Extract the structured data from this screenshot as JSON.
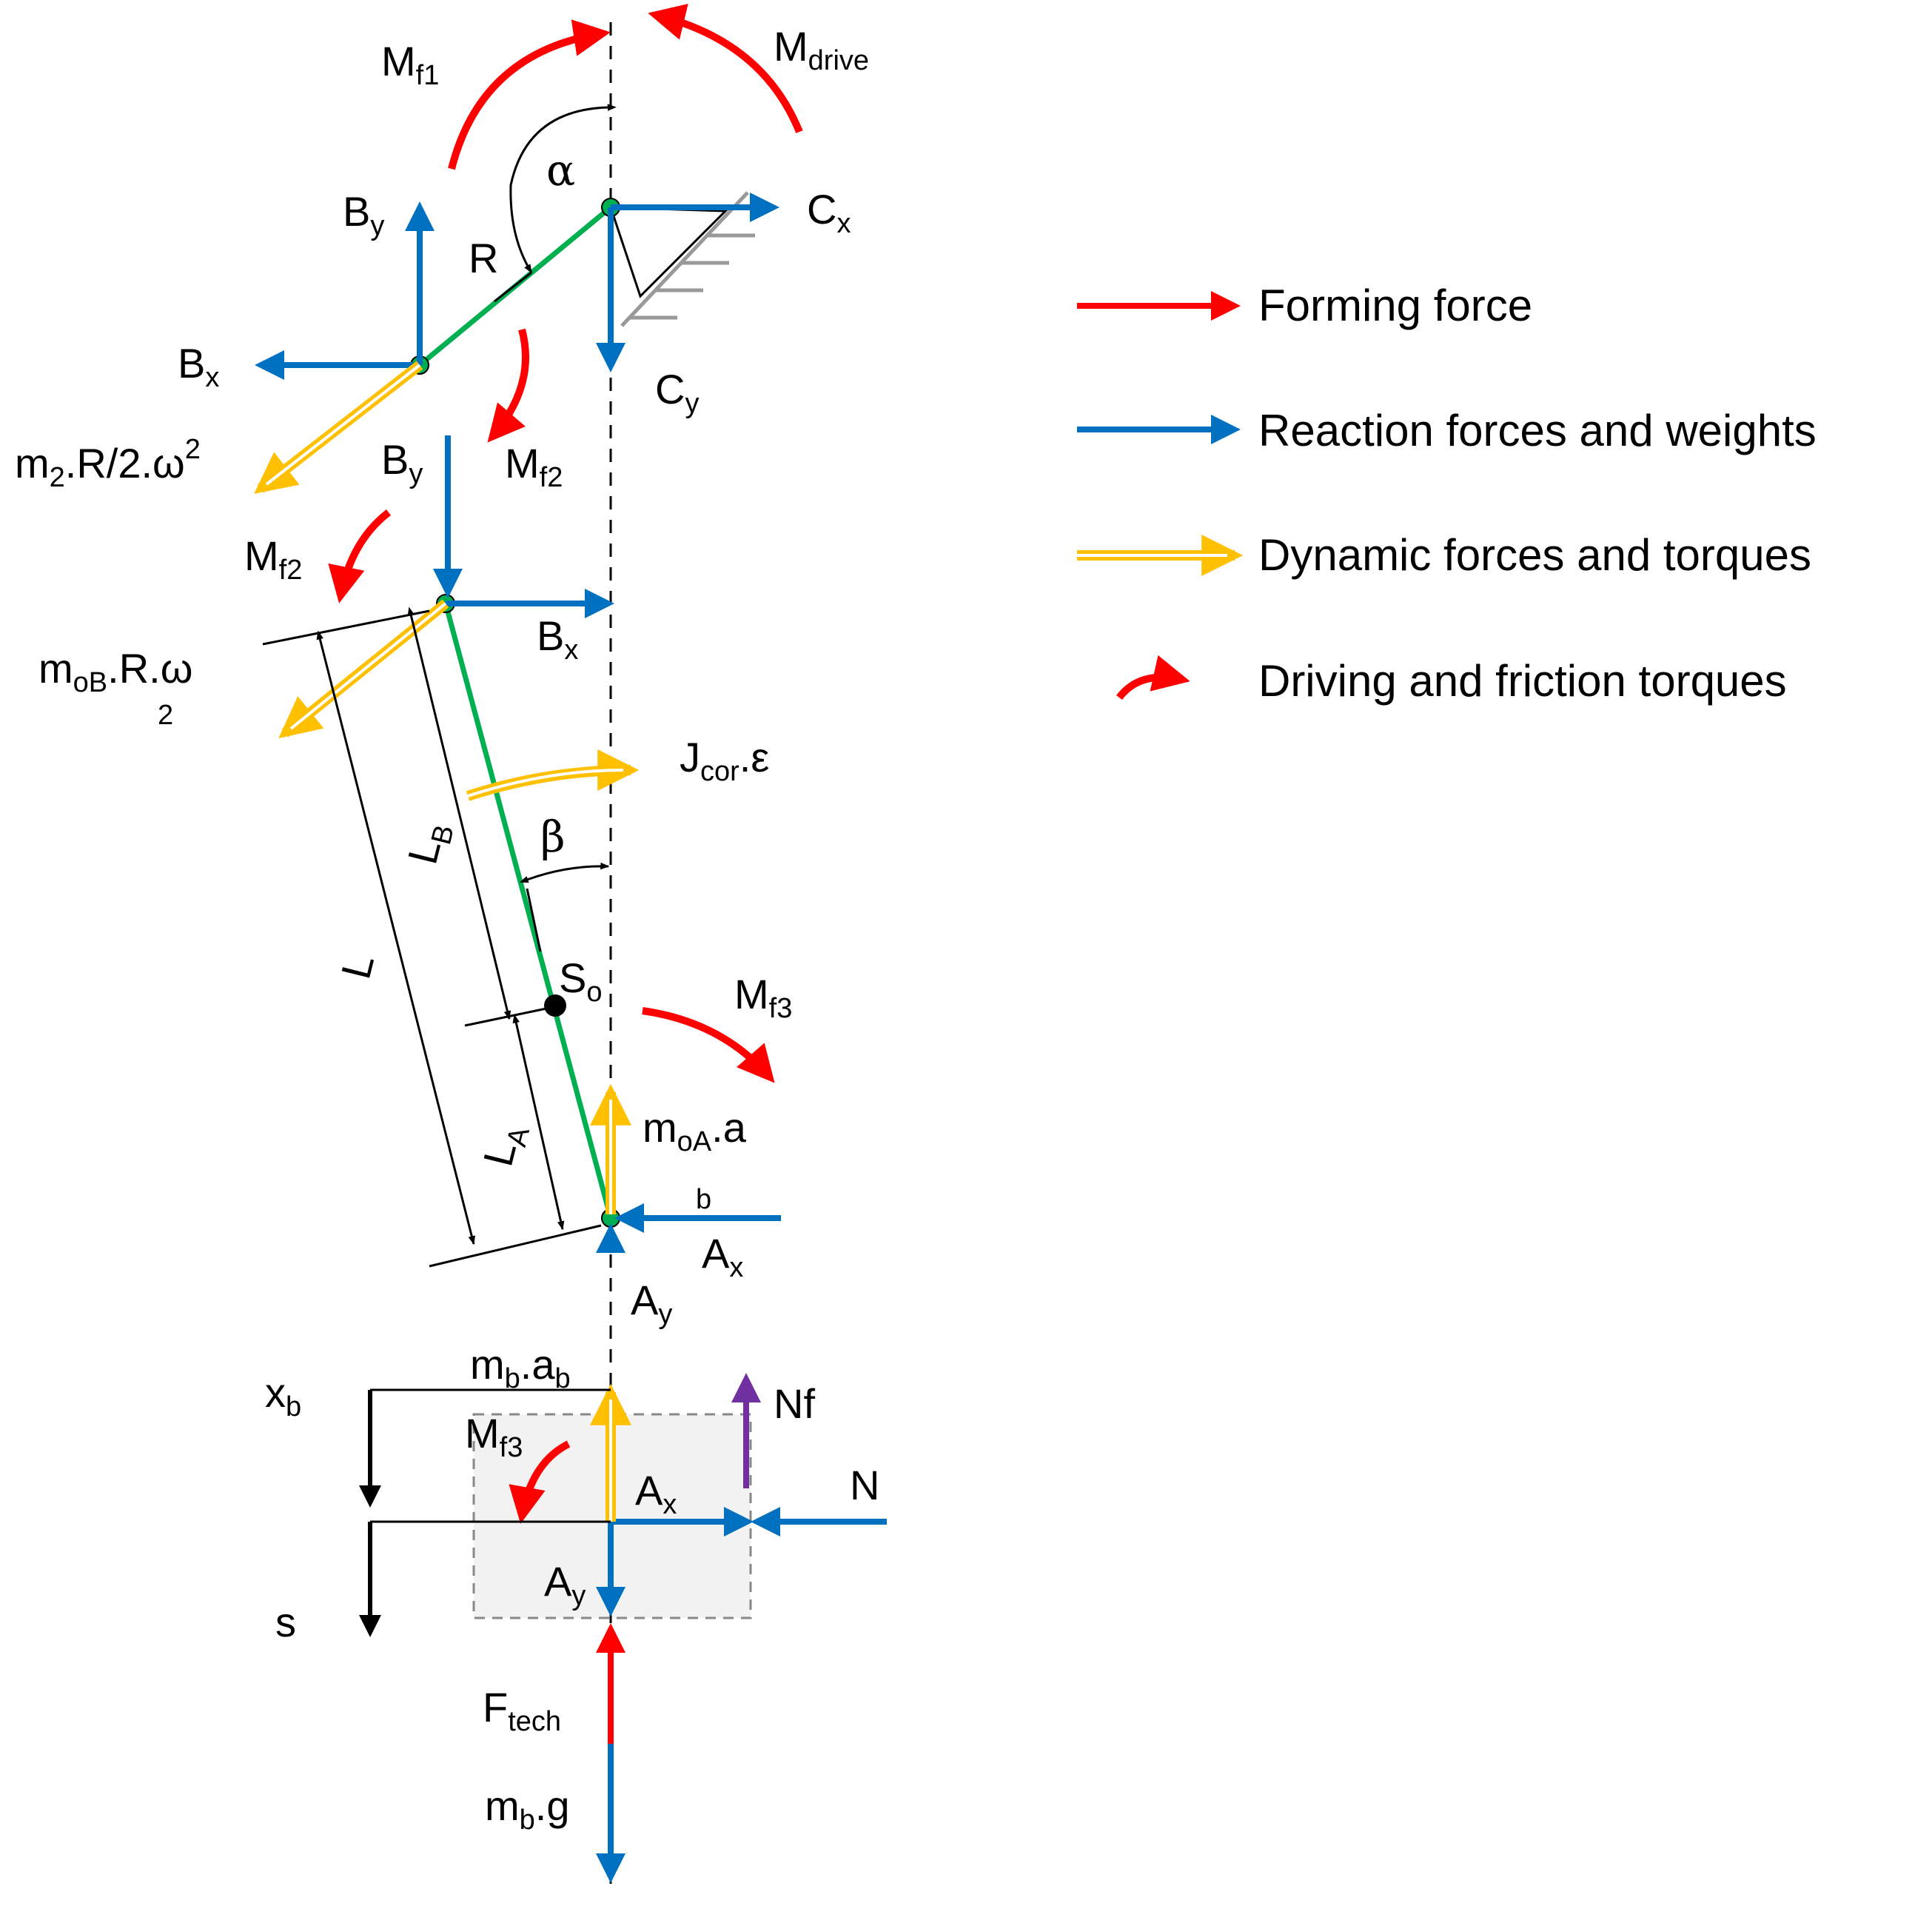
{
  "colors": {
    "forming": "#ff0000",
    "reaction": "#0070c0",
    "dynamic": "#ffc000",
    "link": "#00b050",
    "normal_friction": "#7030a0",
    "black": "#000000",
    "box_fill": "#f2f2f2",
    "hatch": "#999999"
  },
  "labels": {
    "mf1": {
      "base": "M",
      "sub": "f1"
    },
    "mdrive": {
      "base": "M",
      "sub": "drive"
    },
    "alpha": "α",
    "by_top": {
      "base": "B",
      "sub": "y"
    },
    "r": "R",
    "cx": {
      "base": "C",
      "sub": "x"
    },
    "cy": {
      "base": "C",
      "sub": "y"
    },
    "bx_left": {
      "base": "B",
      "sub": "x"
    },
    "m2": {
      "pre": "m",
      "sub": "2",
      "post": ".R/2.ω",
      "sup": "2"
    },
    "by_mid": {
      "base": "B",
      "sub": "y"
    },
    "mf2_right": {
      "base": "M",
      "sub": "f2"
    },
    "mf2_left": {
      "base": "M",
      "sub": "f2"
    },
    "bx_right": {
      "base": "B",
      "sub": "x"
    },
    "mob": {
      "pre": "m",
      "sub": "oB",
      "post": ".R.ω",
      "sub2": "2"
    },
    "jcor": {
      "base": "J",
      "sub": "cor",
      "post": ".ε"
    },
    "lb": {
      "base": "L",
      "sub": "B"
    },
    "beta": "β",
    "l": "L",
    "so": {
      "base": "S",
      "sub": "o"
    },
    "mf3_top": {
      "base": "M",
      "sub": "f3"
    },
    "la": {
      "base": "L",
      "sub": "A"
    },
    "moa": {
      "pre": "m",
      "sub": "oA",
      "post": ".a"
    },
    "b_small": "b",
    "ax_top": {
      "base": "A",
      "sub": "x"
    },
    "ay_top": {
      "base": "A",
      "sub": "y"
    },
    "mbab": {
      "pre": "m",
      "sub": "b",
      "post": ".a",
      "sub2": "b"
    },
    "xb": {
      "base": "x",
      "sub": "b"
    },
    "mf3_bottom": {
      "base": "M",
      "sub": "f3"
    },
    "nf": "Nf",
    "ax_bottom": {
      "base": "A",
      "sub": "x"
    },
    "n": "N",
    "ay_bottom": {
      "base": "A",
      "sub": "y"
    },
    "s": "s",
    "ftech": {
      "base": "F",
      "sub": "tech"
    },
    "mbg": {
      "pre": "m",
      "sub": "b",
      "post": ".g"
    }
  },
  "legend": [
    {
      "label": "Forming force",
      "style": "forming-arrow"
    },
    {
      "label": "Reaction forces and weights",
      "style": "reaction-arrow"
    },
    {
      "label": "Dynamic forces and torques",
      "style": "dynamic-arrow"
    },
    {
      "label": "Driving and friction torques",
      "style": "torque-arrow"
    }
  ]
}
